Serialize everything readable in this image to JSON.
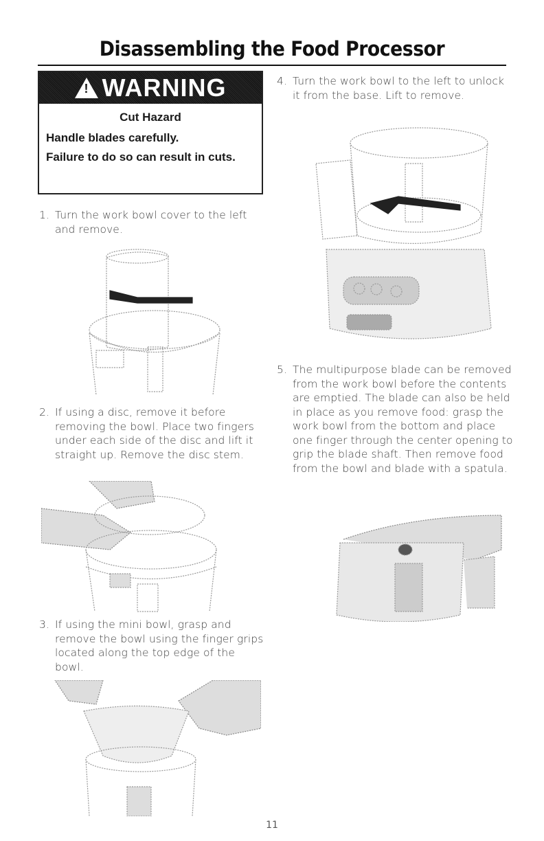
{
  "page": {
    "title": "Disassembling the Food Processor",
    "page_number": "11"
  },
  "warning": {
    "signal_word": "WARNING",
    "icon": "warning-triangle-icon",
    "hazard": "Cut Hazard",
    "lines": [
      "Handle blades carefully.",
      "Failure to do so can result in cuts."
    ]
  },
  "steps": [
    {
      "number": "1.",
      "text": "Turn the work bowl cover to the left and remove.",
      "figure": "bowl cover rotating left (arrow)"
    },
    {
      "number": "2.",
      "text": "If using a disc, remove it before removing the bowl. Place two fingers under each side of the disc and lift it straight up. Remove the disc stem.",
      "figure": "hands lifting disc from bowl"
    },
    {
      "number": "3.",
      "text": "If using the mini bowl, grasp and remove the bowl using the finger grips located along the top edge of the bowl.",
      "figure": "hands lifting mini bowl"
    },
    {
      "number": "4.",
      "text": "Turn the work bowl to the left to unlock it from the base. Lift to remove.",
      "figure": "food processor with bowl rotating left (arrow)"
    },
    {
      "number": "5.",
      "text": "The multipurpose blade can be removed from the work bowl before the contents are emptied. The blade can also be held in place as you remove food: grasp the work bowl from the bottom and place one finger through the center opening to grip the blade shaft. Then remove food from the bowl and blade with a spatula.",
      "figure": "hand holding work bowl with finger through blade shaft"
    }
  ]
}
